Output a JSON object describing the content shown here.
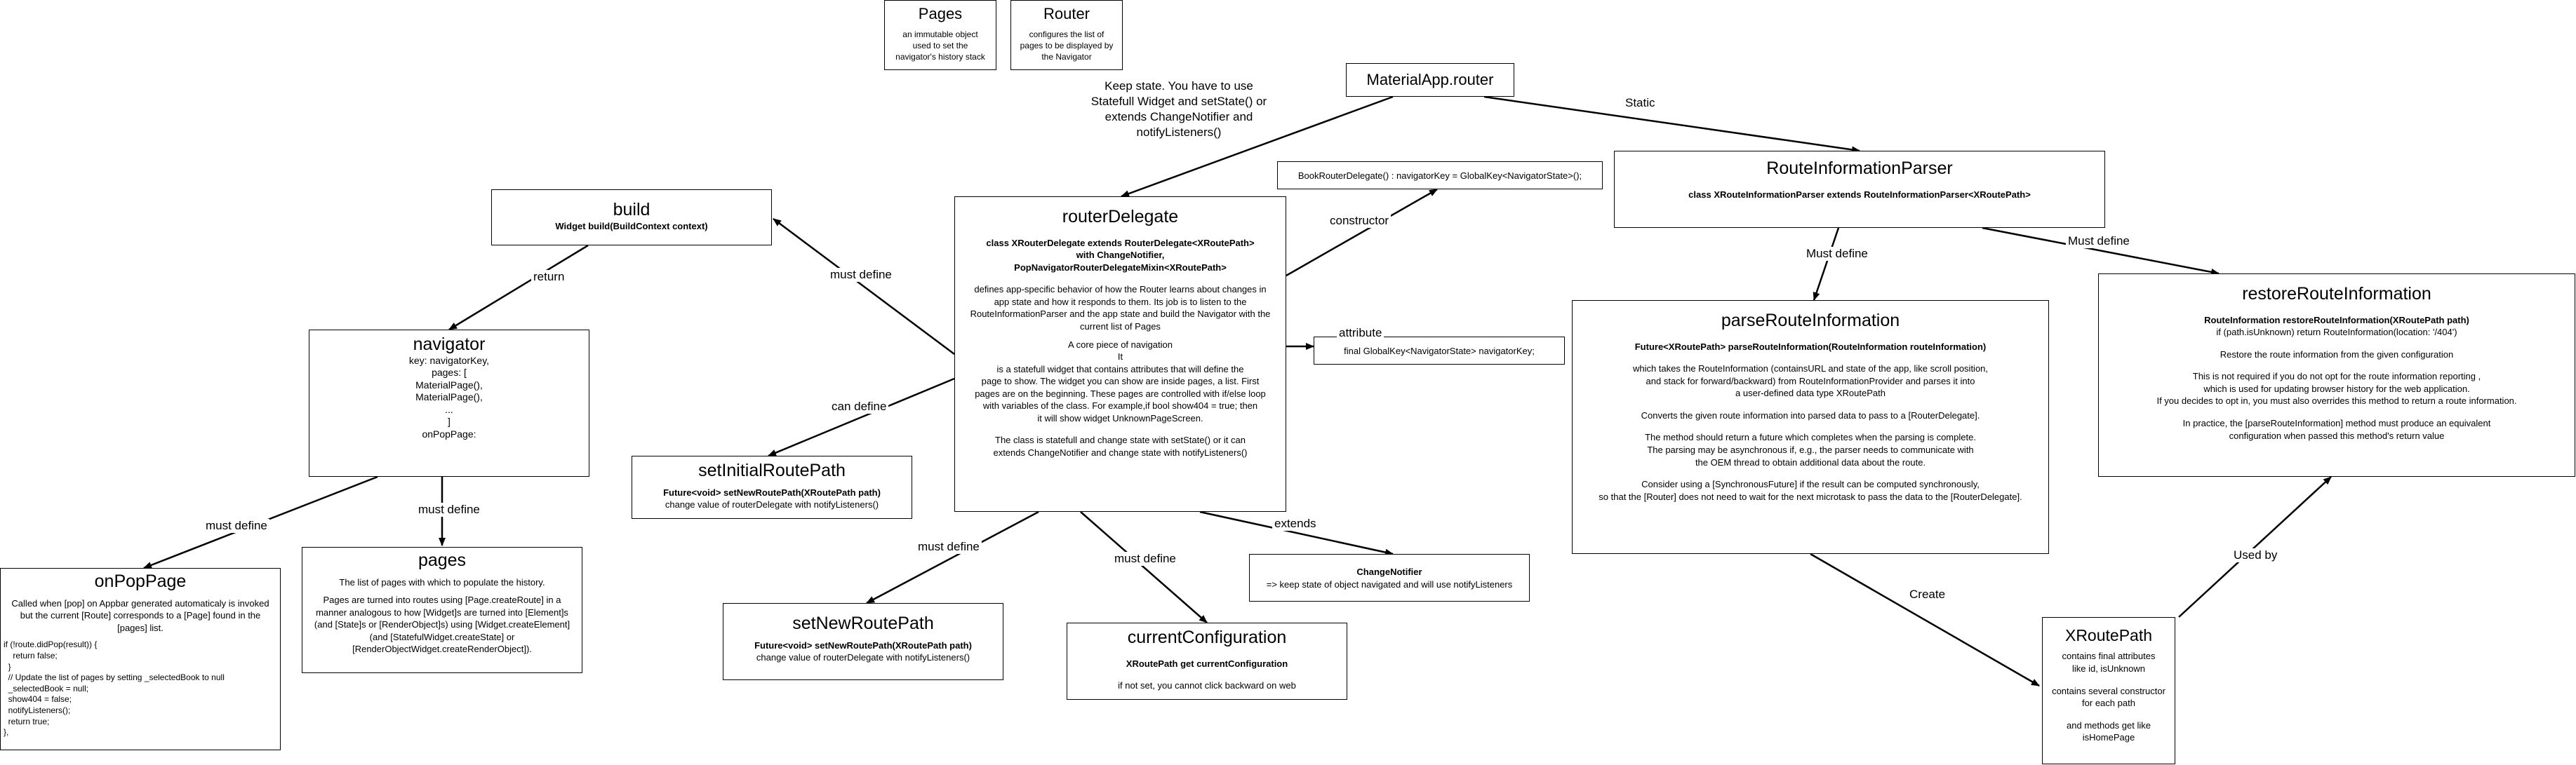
{
  "boxes": {
    "pages_def": {
      "title": "Pages",
      "text": "an immutable object\nused to set the\nnavigator's history stack"
    },
    "router_def": {
      "title": "Router",
      "text": "configures the list of\npages to be displayed by\nthe Navigator"
    },
    "material_app": {
      "title": "MaterialApp.router"
    },
    "router_delegate": {
      "title": "routerDelegate",
      "signature": "class XRouterDelegate extends RouterDelegate<XRoutePath>\nwith ChangeNotifier,\nPopNavigatorRouterDelegateMixin<XRoutePath>",
      "desc1": "defines app-specific behavior of how the Router learns about changes in\napp state and how it responds to them. Its job is to listen to the\nRouteInformationParser and the app state and build the Navigator with the\ncurrent list of Pages",
      "desc2": "A core piece of navigation\nIt\nis a statefull widget that contains attributes that will define the\npage to show. The widget you can show are inside pages, a list. First\npages are on the beginning. These pages are controlled with if/else loop\nwith variables of the class. For example,if  bool show404 = true; then\nit will show widget UnknownPageScreen.",
      "desc3": "The class is statefull and change state with setState() or it can\nextends ChangeNotifier and change state with notifyListeners()"
    },
    "book_router": {
      "text": "BookRouterDelegate() : navigatorKey = GlobalKey<NavigatorState>();"
    },
    "navigator_key": {
      "text": "final GlobalKey<NavigatorState> navigatorKey;"
    },
    "build": {
      "title": "build",
      "signature": "Widget build(BuildContext context)"
    },
    "navigator": {
      "title": "navigator",
      "text": "key: navigatorKey,\npages: [\nMaterialPage(),\nMaterialPage(),\n...\n]\nonPopPage:"
    },
    "on_pop_page": {
      "title": "onPopPage",
      "text": "Called when [pop] on Appbar generated automaticaly is invoked\nbut the current [Route] corresponds to a [Page] found in the\n[pages] list.",
      "code": "if (!route.didPop(result)) {\n    return false;\n  }\n  // Update the list of pages by setting _selectedBook to null\n  _selectedBook = null;\n  show404 = false;\n  notifyListeners();\n  return true;\n},"
    },
    "pages": {
      "title": "pages",
      "text1": "The list of pages with which to populate the history.",
      "text2": "Pages are turned into routes using [Page.createRoute] in a\nmanner analogous to how [Widget]s are turned into [Element]s\n(and [State]s or [RenderObject]s) using [Widget.createElement]\n(and [StatefulWidget.createState] or\n[RenderObjectWidget.createRenderObject])."
    },
    "set_initial": {
      "title": "setInitialRoutePath",
      "signature": "Future<void> setNewRoutePath(XRoutePath path)",
      "text": "change value of routerDelegate with notifyListeners()"
    },
    "set_new": {
      "title": "setNewRoutePath",
      "signature": "Future<void> setNewRoutePath(XRoutePath path)",
      "text": "change value of routerDelegate with notifyListeners()"
    },
    "current_config": {
      "title": "currentConfiguration",
      "signature": "XRoutePath get currentConfiguration",
      "text": "if not set, you cannot click backward on web"
    },
    "change_notifier": {
      "signature": "ChangeNotifier",
      "text": "=> keep state of object navigated and will use notifyListeners"
    },
    "route_info_parser": {
      "title": "RouteInformationParser",
      "signature": "class XRouteInformationParser extends RouteInformationParser<XRoutePath>"
    },
    "parse_route": {
      "title": "parseRouteInformation",
      "signature": "Future<XRoutePath> parseRouteInformation(RouteInformation routeInformation)",
      "p1": "which takes the RouteInformation (containsURL and state of the app, like scroll position,\nand stack for forward/backward) from RouteInformationProvider and parses it into\na user-defined data type XRoutePath",
      "p2": "Converts the given route information into parsed data to pass to a [RouterDelegate].",
      "p3": "The method should return a future which completes when the parsing is complete.\nThe parsing may be asynchronous if, e.g., the parser needs to communicate with\nthe OEM thread to obtain additional data about the route.",
      "p4": "Consider using a [SynchronousFuture] if the result can be computed synchronously,\nso that the [Router] does not need to wait for the next microtask to pass the data to the [RouterDelegate]."
    },
    "restore_route": {
      "title": "restoreRouteInformation",
      "signature": "RouteInformation restoreRouteInformation(XRoutePath path)",
      "code": "if (path.isUnknown) return RouteInformation(location: '/404')",
      "p1": "Restore the route information from the given configuration",
      "p2": "This is not required if you do not opt for the route information reporting ,\nwhich is used for updating browser history for the web application.\nIf you decides to opt in, you must also overrides this method to return a route information.",
      "p3": "In practice, the [parseRouteInformation] method must produce an equivalent\nconfiguration when passed this method's return value"
    },
    "xroute_path": {
      "title": "XRoutePath",
      "p1": "contains final attributes\nlike id, isUnknown",
      "p2": "contains several constructor\nfor each path",
      "p3": "and methods get like\nisHomePage"
    }
  },
  "free_text": {
    "keep_state": "Keep state. You have to use\nStatefull Widget and setState() or\nextends ChangeNotifier and\nnotifyListeners()"
  },
  "edge_labels": {
    "static": "Static",
    "constructor": "constructor",
    "attribute": "attribute",
    "must_define_build": "must define",
    "can_define": "can define",
    "must_define_set_new": "must define",
    "must_define_current": "must define",
    "extends": "extends",
    "return": "return",
    "must_define_on_pop": "must define",
    "must_define_pages": "must define",
    "must_define_parse": "Must define",
    "must_define_restore": "Must define",
    "create": "Create",
    "used_by": "Used by"
  }
}
